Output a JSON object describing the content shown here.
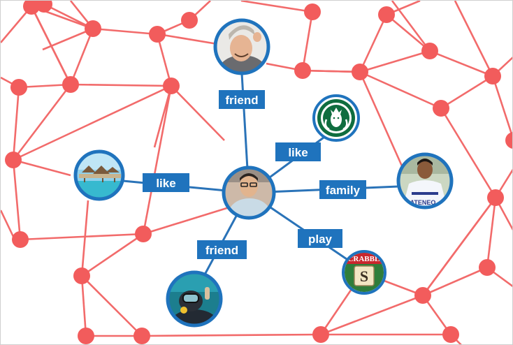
{
  "colors": {
    "network_line": "#f26b6b",
    "network_node": "#f25c5c",
    "link_line": "#2a73b8",
    "label_bg": "#1f73bd",
    "label_text": "#ffffff",
    "ring": "#1f73bd"
  },
  "center": {
    "id": "me",
    "icon": "person-photo-center"
  },
  "relations": [
    {
      "id": "friend-top",
      "label": "friend",
      "icon": "person-photo-icon"
    },
    {
      "id": "starbucks",
      "label": "like",
      "icon": "starbucks-logo-icon"
    },
    {
      "id": "beach",
      "label": "like",
      "icon": "beach-photo-icon"
    },
    {
      "id": "family",
      "label": "family",
      "icon": "person-photo-icon"
    },
    {
      "id": "scrabble",
      "label": "play",
      "icon": "scrabble-logo-icon"
    },
    {
      "id": "friend-bottom",
      "label": "friend",
      "icon": "diver-photo-icon"
    }
  ]
}
